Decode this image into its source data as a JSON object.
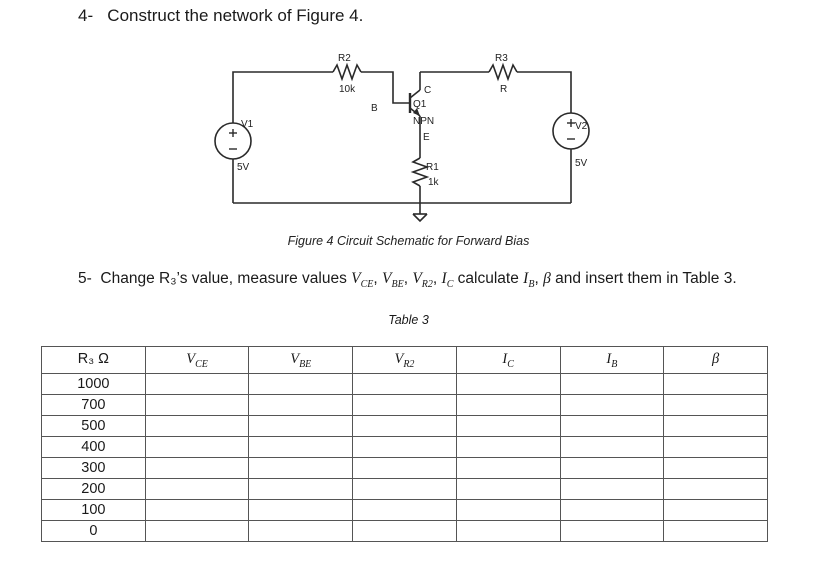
{
  "q4": {
    "number": "4-",
    "text": "Construct the network of Figure 4."
  },
  "circuit": {
    "r2": {
      "name": "R2",
      "value": "10k"
    },
    "r3": {
      "name": "R3",
      "value": "R"
    },
    "r1": {
      "name": "R1",
      "value": "1k"
    },
    "transistor": {
      "name": "Q1",
      "type": "NPN",
      "collector": "C",
      "base": "B",
      "emitter": "E"
    },
    "v1": {
      "name": "V1",
      "value": "5V"
    },
    "v2": {
      "name": "V2",
      "value": "5V"
    }
  },
  "figure_caption": "Figure 4 Circuit Schematic for Forward Bias",
  "q5": {
    "number": "5-",
    "pre": "Change R₃’s value, measure values ",
    "v1_main": "V",
    "v1_sub": "CE",
    "v2_main": "V",
    "v2_sub": "BE",
    "v3_main": "V",
    "v3_sub": "R2",
    "v4_main": "I",
    "v4_sub": "C",
    "mid": " calculate ",
    "v5_main": "I",
    "v5_sub": "B",
    "beta": "β",
    "post": " and insert them in Table 3."
  },
  "table_title": "Table 3",
  "table": {
    "headers": [
      {
        "main": "R₃ Ω",
        "sub": ""
      },
      {
        "main": "V",
        "sub": "CE"
      },
      {
        "main": "V",
        "sub": "BE"
      },
      {
        "main": "V",
        "sub": "R2"
      },
      {
        "main": "I",
        "sub": "C"
      },
      {
        "main": "I",
        "sub": "B"
      },
      {
        "main": "β",
        "sub": ""
      }
    ],
    "r3_values": [
      "1000",
      "700",
      "500",
      "400",
      "300",
      "200",
      "100",
      "0"
    ]
  }
}
